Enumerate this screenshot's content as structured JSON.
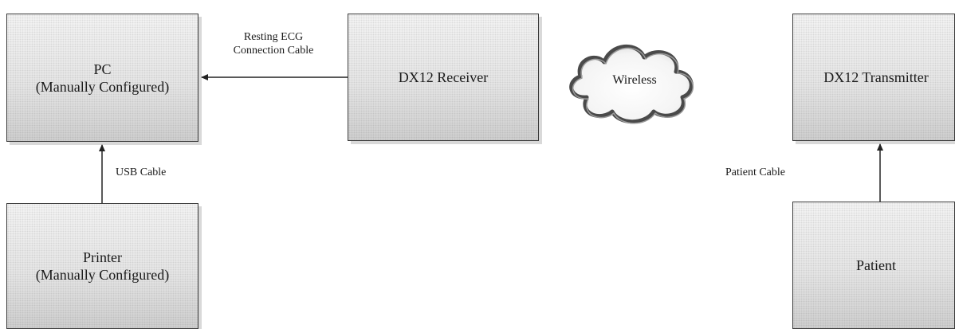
{
  "nodes": {
    "pc": {
      "line1": "PC",
      "line2": "(Manually Configured)"
    },
    "printer": {
      "line1": "Printer",
      "line2": "(Manually Configured)"
    },
    "receiver": {
      "label": "DX12 Receiver"
    },
    "transmitter": {
      "label": "DX12 Transmitter"
    },
    "patient": {
      "label": "Patient"
    }
  },
  "cloud": {
    "label": "Wireless"
  },
  "connections": {
    "resting_ecg": {
      "line1": "Resting ECG",
      "line2": "Connection Cable"
    },
    "usb": {
      "label": "USB Cable"
    },
    "patient_cable": {
      "label": "Patient Cable"
    }
  },
  "colors": {
    "border": "#3a3a3a",
    "box_fill": "#ececec",
    "line": "#222222",
    "cloud_stroke": "#4a4a4a"
  }
}
